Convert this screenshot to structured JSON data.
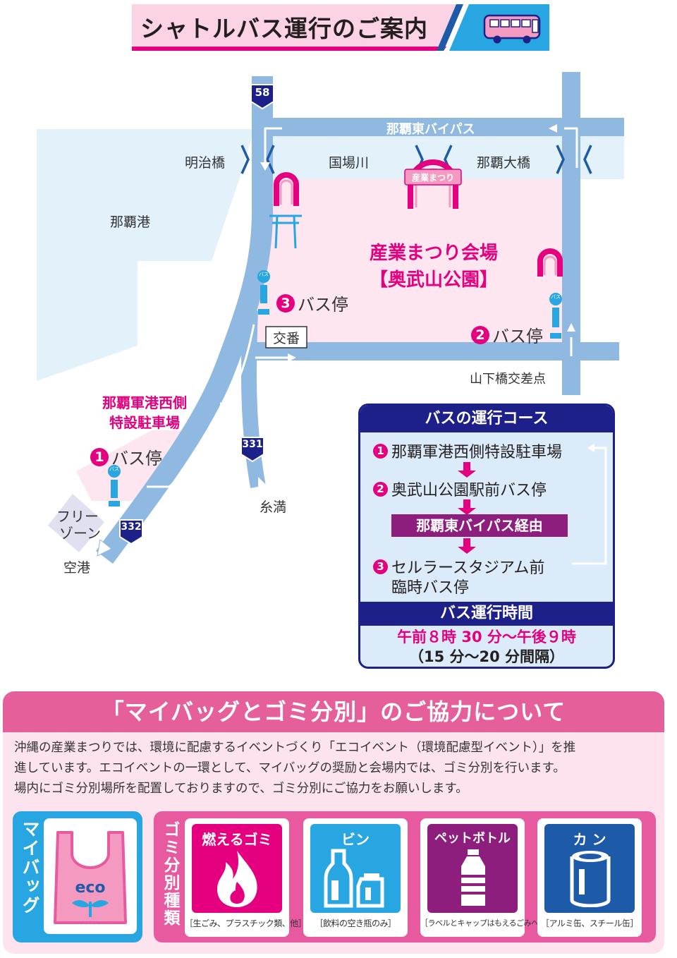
{
  "title": {
    "text": "シャトルバス運行のご案内"
  },
  "map": {
    "route_58": "58",
    "route_331": "331",
    "route_332": "332",
    "bypass": "那覇東バイパス",
    "meiji_bridge": "明治橋",
    "kokuba_river": "国場川",
    "naha_ohashi": "那覇大橋",
    "naha_port": "那覇港",
    "venue_sign": "産業まつり",
    "venue_name": "産業まつり会場",
    "venue_park": "【奥武山公園】",
    "koban": "交番",
    "yamashita_crossing": "山下橋交差点",
    "military_port": "那覇軍港西側",
    "special_parking": "特設駐車場",
    "free_zone_1": "フリー",
    "free_zone_2": "ゾーン",
    "airport": "空港",
    "itoman": "糸満",
    "bus_icon": "バス",
    "stop1": {
      "num": "1",
      "label": "バス停"
    },
    "stop2": {
      "num": "2",
      "label": "バス停"
    },
    "stop3": {
      "num": "3",
      "label": "バス停"
    }
  },
  "course": {
    "heading": "バスの運行コース",
    "items": [
      {
        "num": "1",
        "text": "那覇軍港西側特設駐車場"
      },
      {
        "num": "2",
        "text": "奥武山公園駅前バス停"
      },
      {
        "num": "3",
        "text": "セルラースタジアム前"
      }
    ],
    "item3_line2": "臨時バス停",
    "via": "那覇東バイパス経由",
    "hours_heading": "バス運行時間",
    "hours": "午前８時 30 分～午後９時",
    "interval": "（15 分～20 分間隔）"
  },
  "eco": {
    "heading": "「マイバッグとゴミ分別」のご協力について",
    "body_lines": [
      "沖縄の産業まつりでは、環境に配慮するイベントづくり「エコイベント（環境配慮型イベント）」を推",
      "進しています。エコイベントの一環として、マイバッグの奨励と会場内では、ゴミ分別を行います。",
      "場内にゴミ分別場所を配置しておりますので、ゴミ分別にご協力をお願いします。"
    ],
    "mybag_label": "マイバッグ",
    "eco_text": "eco",
    "sort_label": "ゴミ分別種類",
    "bins": [
      {
        "name": "燃えるゴミ",
        "note": "［生ごみ、プラスチック類、他］",
        "color": "#e4007f"
      },
      {
        "name": "ビン",
        "note": "［飲料の空き瓶のみ］",
        "color": "#27a6e1"
      },
      {
        "name": "ペットボトル",
        "note": "［ラベルとキャップはもえるごみへ］",
        "color": "#8e1e7e"
      },
      {
        "name": "カ ン",
        "note": "［アルミ缶、スチール缶］",
        "color": "#1d5aa8"
      }
    ]
  },
  "colors": {
    "pink": "#e4007f",
    "navy": "#1d2088",
    "road": "#8fb9e0",
    "water": "#e3f1fb",
    "venue": "#fde6f0"
  }
}
